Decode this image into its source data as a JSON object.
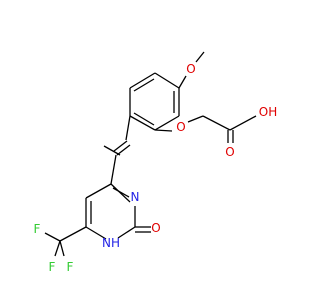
{
  "atoms": {
    "o_methoxy": "O",
    "o_ether": "O",
    "o_carbonyl": "O",
    "oh_acid": "OH",
    "n3": "N",
    "nh1": "NH",
    "o_pyrimidinone": "O",
    "f1": "F",
    "f2": "F",
    "f3": "F"
  },
  "colors": {
    "bond": "#000000",
    "oxygen": "#e00000",
    "nitrogen": "#2323e6",
    "fluorine": "#33cc33"
  }
}
